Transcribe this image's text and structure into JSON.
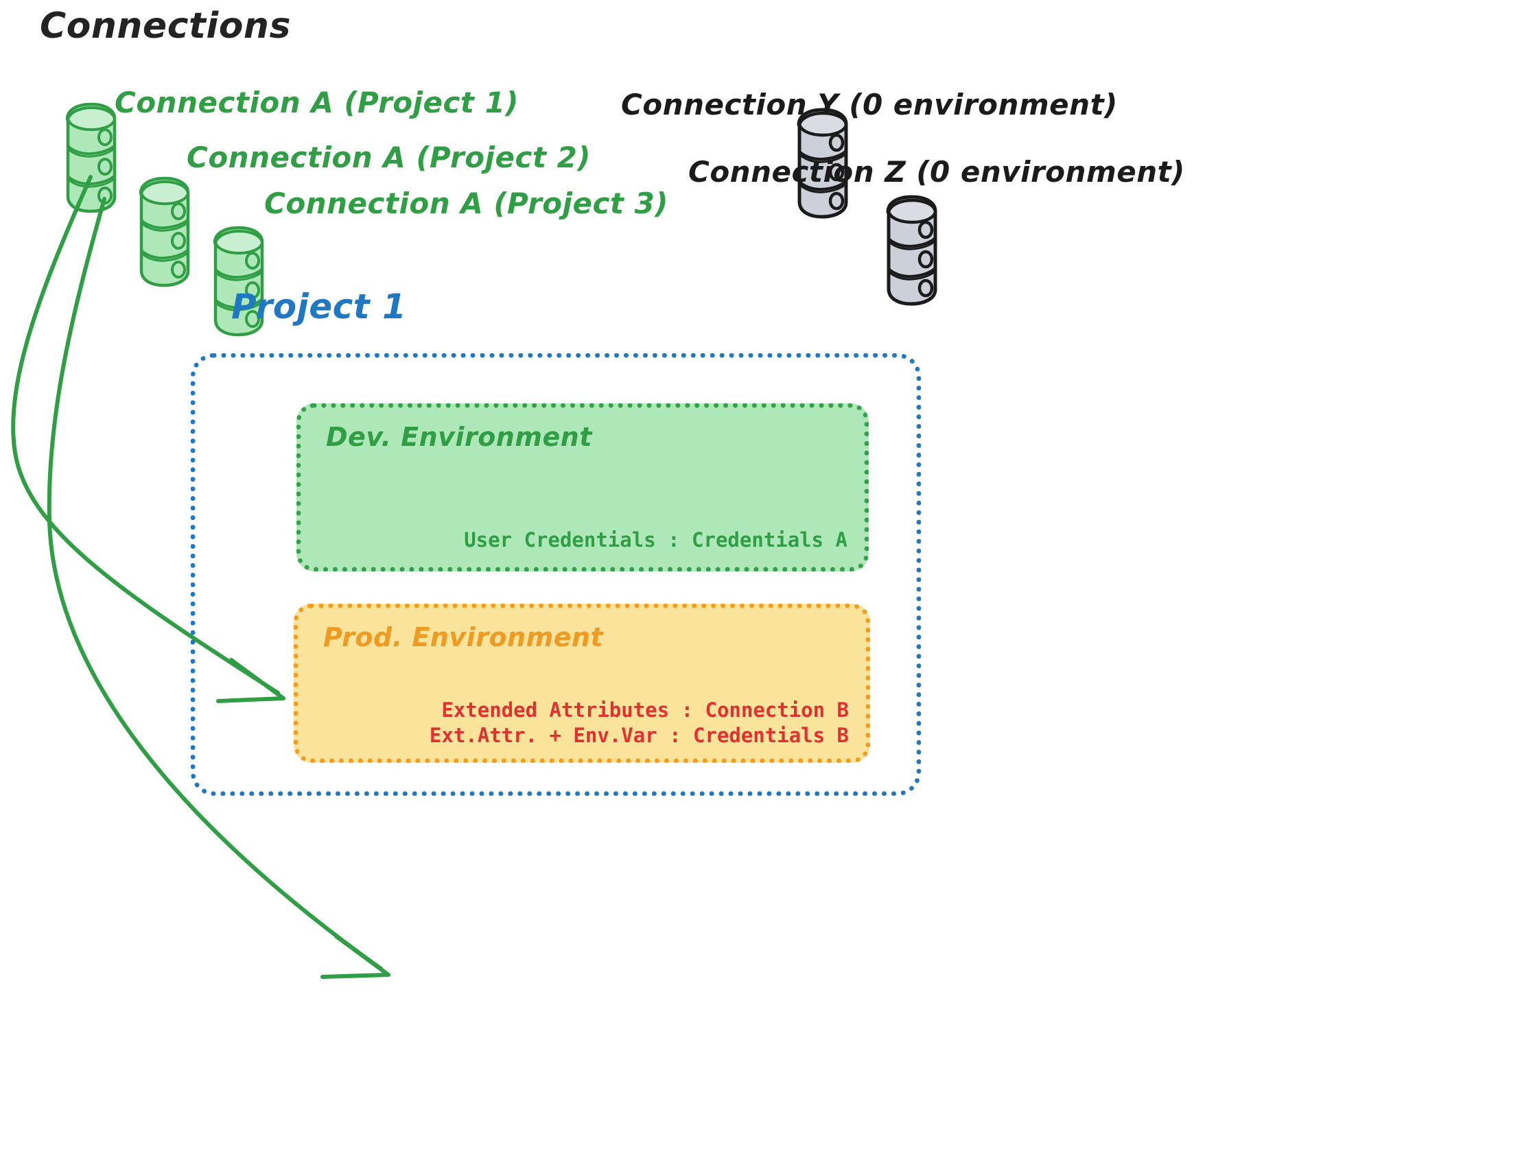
{
  "diagram": {
    "title": "Connections",
    "title_color": "#232323",
    "background": "#ffffff"
  },
  "connections": {
    "green": {
      "color": "#2f9e44",
      "fill": "#aee8b9",
      "items": [
        {
          "label": "Connection A (Project 1)",
          "icon": "database-cylinder-icon"
        },
        {
          "label": "Connection A (Project 2)",
          "icon": "database-cylinder-icon"
        },
        {
          "label": "Connection A (Project 3)",
          "icon": "database-cylinder-icon"
        }
      ]
    },
    "gray": {
      "color": "#1b1b1b",
      "fill": "#ccd1d9",
      "items": [
        {
          "label": "Connection Y (0 environment)",
          "icon": "database-cylinder-icon"
        },
        {
          "label": "Connection Z (0 environment)",
          "icon": "database-cylinder-icon"
        }
      ]
    }
  },
  "project": {
    "label": "Project 1",
    "color": "#1f78c1",
    "environments": [
      {
        "name": "dev",
        "title": "Dev. Environment",
        "title_color": "#2f9e44",
        "fill": "#aee8b9",
        "border_color": "#34a04a",
        "lines": [
          {
            "text": "User Credentials : Credentials A",
            "color": "#2f9e44"
          }
        ]
      },
      {
        "name": "prod",
        "title": "Prod. Environment",
        "title_color": "#ef9a20",
        "fill": "#fae49c",
        "border_color": "#f29d1f",
        "lines": [
          {
            "text": "Extended Attributes : Connection B",
            "color": "#e03131"
          },
          {
            "text": "Ext.Attr. + Env.Var : Credentials B",
            "color": "#e03131"
          }
        ]
      }
    ]
  },
  "arrows": [
    {
      "name": "arrow-connection-a-to-dev-environment",
      "from": "Connection A (Project 1)",
      "to": "Dev. Environment",
      "color": "#2f9e44"
    },
    {
      "name": "arrow-connection-a-to-prod-environment",
      "from": "Connection A (Project 1)",
      "to": "Prod. Environment",
      "color": "#2f9e44"
    }
  ]
}
